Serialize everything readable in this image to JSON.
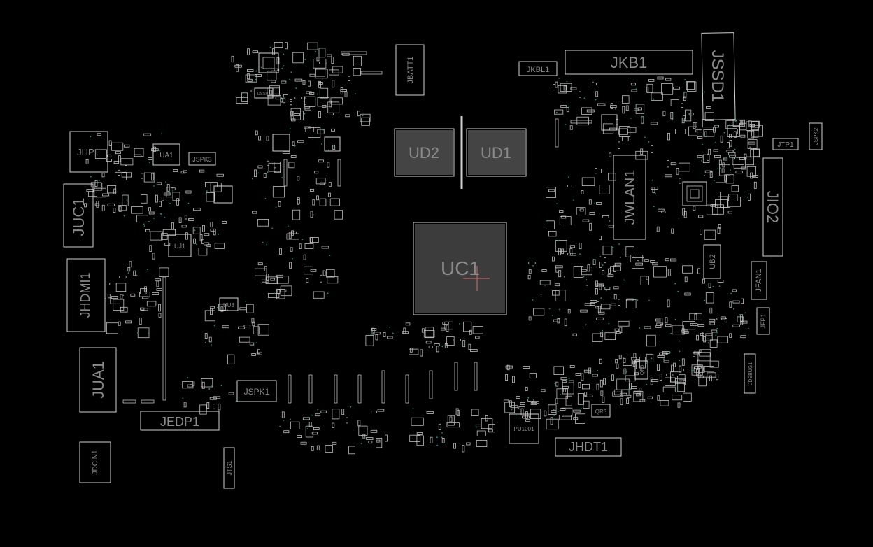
{
  "board": {
    "background": "#000000",
    "outline_color": "#cfcfcf",
    "label_color": "#8a8a8a",
    "via_color": "#2b8a8a"
  },
  "components": {
    "jkb1": "JKB1",
    "jssd1": "JSSD1",
    "jkbl1": "JKBL1",
    "jbatt1": "JBATT1",
    "ud2": "UD2",
    "ud1": "UD1",
    "uc1": "UC1",
    "jwlan1": "JWLAN1",
    "jio2": "JIO2",
    "jtp1": "JTP1",
    "jspk2": "JSPK2",
    "jhp1": "JHP1",
    "ua1": "UA1",
    "jspk3": "JSPK3",
    "juc1": "JUC1",
    "ju1": "UJ1",
    "jhdmi1": "JHDMI1",
    "jua1": "JUA1",
    "jedp1": "JEDP1",
    "jspk1": "JSPK1",
    "jdcin1": "JDCIN1",
    "jts1": "JTS1",
    "jhdt1": "JHDT1",
    "pu1001": "PU1001",
    "ub2": "UB2",
    "jfan1": "JFAN1",
    "jfp1": "JFP1",
    "jdebug1": "JDEBUG1",
    "qr3": "QR3",
    "qr5": "QR5",
    "uu8": "UU8",
    "uss01": "USS01"
  }
}
